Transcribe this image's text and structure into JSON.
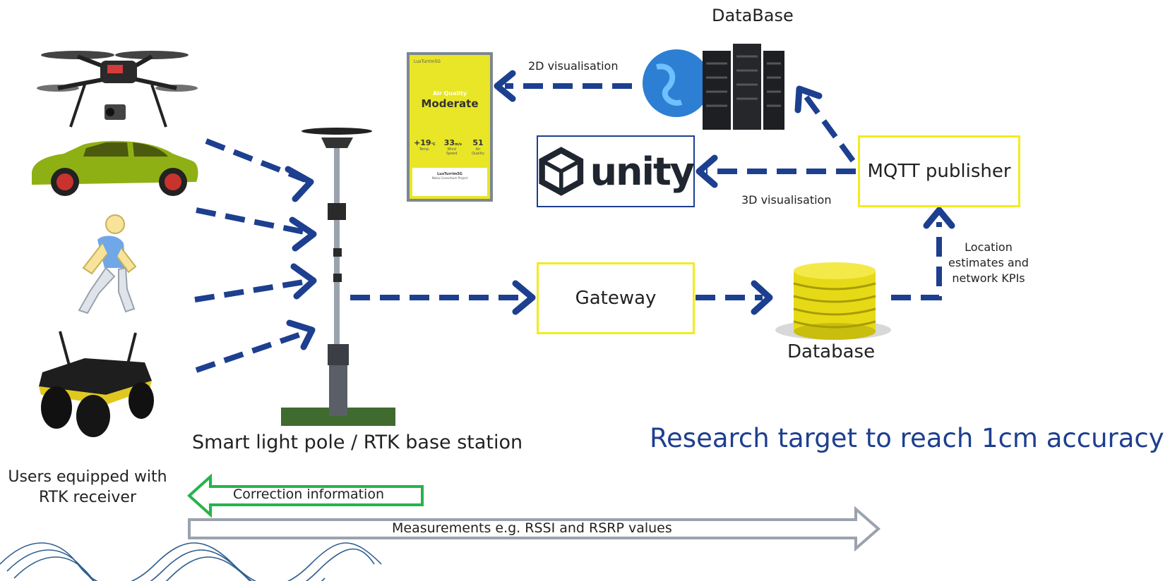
{
  "labels": {
    "database_top": "DataBase",
    "vis_2d": "2D visualisation",
    "vis_3d": "3D visualisation",
    "mqtt": "MQTT publisher",
    "gateway": "Gateway",
    "database_bottom": "Database",
    "location": [
      "Location",
      "estimates and",
      "network KPIs"
    ],
    "pole": "Smart light pole / RTK base station",
    "research": "Research target to reach 1cm accuracy",
    "users": [
      "Users equipped with",
      "RTK receiver"
    ],
    "correction": "Correction information",
    "measurements": "Measurements e.g. RSSI and RSRP values",
    "unity_logo": "unity"
  },
  "display_panel": {
    "header": "LuxTurrim5G",
    "title_small": "Air Quality",
    "title_big": "Moderate",
    "stats": [
      {
        "value": "+19",
        "unit": "°C",
        "label": "Temp."
      },
      {
        "value": "33",
        "unit": "m/s",
        "label": "Wind Speed"
      },
      {
        "value": "51",
        "unit": "",
        "label": "Air Quality"
      }
    ],
    "footer_title": "LuxTurrim5G",
    "footer_sub": "Nokia Consortium Project"
  },
  "colors": {
    "arrow_blue": "#1d3f8f",
    "box_yellow": "#f1ec1e",
    "correction_green": "#27b34a",
    "measure_grey": "#9aa3ad",
    "panel_yellow": "#e8e626",
    "unity_dark": "#1f2630"
  }
}
